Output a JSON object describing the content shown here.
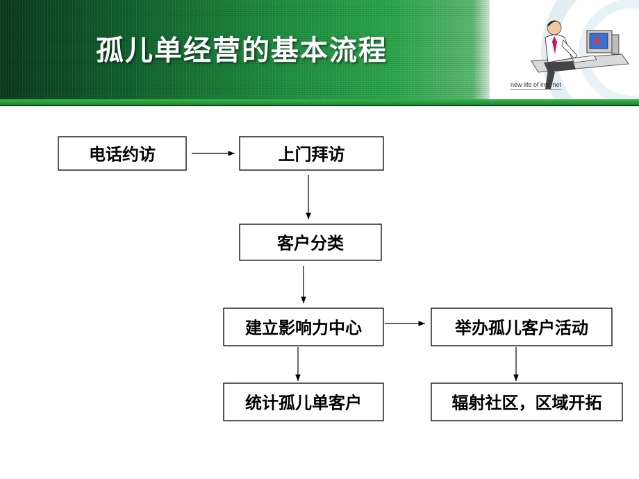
{
  "slide": {
    "title": "孤儿单经营的基本流程",
    "tagline": "new life of internet"
  },
  "flowchart": {
    "nodes": [
      {
        "id": "phone",
        "label": "电话约访"
      },
      {
        "id": "visit",
        "label": "上门拜访"
      },
      {
        "id": "classify",
        "label": "客户分类"
      },
      {
        "id": "influence",
        "label": "建立影响力中心"
      },
      {
        "id": "activity",
        "label": "举办孤儿客户活动"
      },
      {
        "id": "count",
        "label": "统计孤儿单客户"
      },
      {
        "id": "radiate",
        "label": "辐射社区，区域开拓"
      }
    ],
    "edges": [
      {
        "from": "phone",
        "to": "visit"
      },
      {
        "from": "visit",
        "to": "classify"
      },
      {
        "from": "classify",
        "to": "influence"
      },
      {
        "from": "influence",
        "to": "activity"
      },
      {
        "from": "influence",
        "to": "count"
      },
      {
        "from": "activity",
        "to": "radiate"
      }
    ]
  },
  "colors": {
    "header_dark": "#0b3a1c",
    "header_green": "#1f8f3f",
    "rule_green": "#38b34a"
  }
}
